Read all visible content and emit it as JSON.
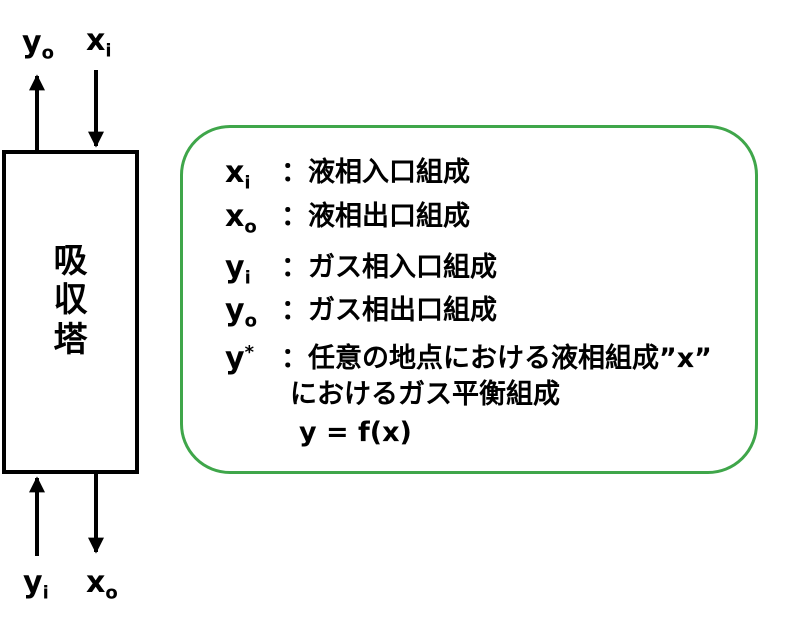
{
  "streams": {
    "top_left": {
      "var": "y",
      "sub": "o"
    },
    "top_right": {
      "var": "x",
      "sub": "i"
    },
    "bottom_left": {
      "var": "y",
      "sub": "i"
    },
    "bottom_right": {
      "var": "x",
      "sub": "o"
    }
  },
  "tower": {
    "chars": [
      "吸",
      "収",
      "塔"
    ]
  },
  "legend": {
    "items": [
      {
        "var": "x",
        "sub": "i",
        "text": "：液相入口組成"
      },
      {
        "var": "x",
        "sub": "o",
        "text": "：液相出口組成"
      },
      {
        "var": "y",
        "sub": "i",
        "text": "：ガス相入口組成"
      },
      {
        "var": "y",
        "sub": "o",
        "text": "：ガス相出口組成"
      },
      {
        "var": "y",
        "sup": "*",
        "text": "：任意の地点における液相組成”x”"
      }
    ],
    "continuation": "におけるガス平衡組成",
    "equation": "y = f(x)"
  },
  "colors": {
    "legend_border": "#3fa64a",
    "lines": "#000000"
  }
}
